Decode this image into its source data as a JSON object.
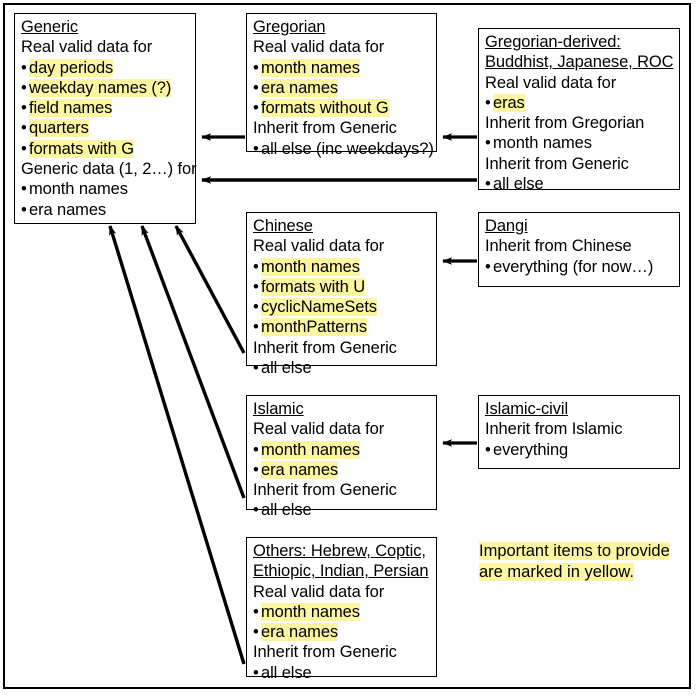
{
  "diagram": {
    "title_note": {
      "lines": [
        "Important items to provide",
        "are marked in yellow."
      ]
    },
    "highlight_color": "#FCF6A0",
    "stroke_color": "#000000",
    "background_color": "#ffffff",
    "nodes": [
      {
        "id": "generic",
        "name": "Generic",
        "lines": [
          {
            "text": "Generic",
            "style": "title",
            "highlight": false
          },
          {
            "text": "Real valid data for",
            "style": "plain",
            "highlight": false
          },
          {
            "text": "day periods",
            "style": "bullet",
            "highlight": true
          },
          {
            "text": "weekday names (?)",
            "style": "bullet",
            "highlight": true
          },
          {
            "text": "field names",
            "style": "bullet",
            "highlight": true
          },
          {
            "text": "quarters",
            "style": "bullet",
            "highlight": true
          },
          {
            "text": "formats with G",
            "style": "bullet",
            "highlight": true
          },
          {
            "text": "Generic data (1, 2…) for",
            "style": "plain",
            "highlight": false
          },
          {
            "text": "month names",
            "style": "bullet",
            "highlight": false
          },
          {
            "text": "era names",
            "style": "bullet",
            "highlight": false
          }
        ]
      },
      {
        "id": "gregorian",
        "name": "Gregorian",
        "lines": [
          {
            "text": "Gregorian",
            "style": "title",
            "highlight": false
          },
          {
            "text": "Real valid data for",
            "style": "plain",
            "highlight": false
          },
          {
            "text": "month names",
            "style": "bullet",
            "highlight": true
          },
          {
            "text": "era names",
            "style": "bullet",
            "highlight": true
          },
          {
            "text": "formats without G",
            "style": "bullet",
            "highlight": true
          },
          {
            "text": "Inherit from Generic",
            "style": "plain",
            "highlight": false
          },
          {
            "text": "all else (inc weekdays?)",
            "style": "bullet",
            "highlight": false
          }
        ]
      },
      {
        "id": "gregorian-derived",
        "name": "Gregorian-derived: Buddhist, Japanese, ROC",
        "lines": [
          {
            "text": "Gregorian-derived:",
            "style": "title",
            "highlight": false
          },
          {
            "text": "Buddhist, Japanese, ROC",
            "style": "title",
            "highlight": false
          },
          {
            "text": "Real valid data for",
            "style": "plain",
            "highlight": false
          },
          {
            "text": "eras",
            "style": "bullet",
            "highlight": true
          },
          {
            "text": "Inherit from Gregorian",
            "style": "plain",
            "highlight": false
          },
          {
            "text": "month names",
            "style": "bullet",
            "highlight": false
          },
          {
            "text": "Inherit from Generic",
            "style": "plain",
            "highlight": false
          },
          {
            "text": "all else",
            "style": "bullet",
            "highlight": false
          }
        ]
      },
      {
        "id": "chinese",
        "name": "Chinese",
        "lines": [
          {
            "text": "Chinese",
            "style": "title",
            "highlight": false
          },
          {
            "text": "Real valid data for",
            "style": "plain",
            "highlight": false
          },
          {
            "text": "month names",
            "style": "bullet",
            "highlight": true
          },
          {
            "text": "formats with U",
            "style": "bullet",
            "highlight": true
          },
          {
            "text": "cyclicNameSets",
            "style": "bullet",
            "highlight": true
          },
          {
            "text": "monthPatterns",
            "style": "bullet",
            "highlight": true
          },
          {
            "text": "Inherit from Generic",
            "style": "plain",
            "highlight": false
          },
          {
            "text": "all else",
            "style": "bullet",
            "highlight": false
          }
        ]
      },
      {
        "id": "dangi",
        "name": "Dangi",
        "lines": [
          {
            "text": "Dangi",
            "style": "title",
            "highlight": false
          },
          {
            "text": "Inherit from Chinese",
            "style": "plain",
            "highlight": false
          },
          {
            "text": "everything (for now…)",
            "style": "bullet",
            "highlight": false
          }
        ]
      },
      {
        "id": "islamic",
        "name": "Islamic",
        "lines": [
          {
            "text": "Islamic",
            "style": "title",
            "highlight": false
          },
          {
            "text": "Real valid data for",
            "style": "plain",
            "highlight": false
          },
          {
            "text": "month names",
            "style": "bullet",
            "highlight": true
          },
          {
            "text": "era names",
            "style": "bullet",
            "highlight": true
          },
          {
            "text": "Inherit from Generic",
            "style": "plain",
            "highlight": false
          },
          {
            "text": "all else",
            "style": "bullet",
            "highlight": false
          }
        ]
      },
      {
        "id": "islamic-civil",
        "name": "Islamic-civil",
        "lines": [
          {
            "text": "Islamic-civil",
            "style": "title",
            "highlight": false
          },
          {
            "text": "Inherit from Islamic",
            "style": "plain",
            "highlight": false
          },
          {
            "text": "everything",
            "style": "bullet",
            "highlight": false
          }
        ]
      },
      {
        "id": "others",
        "name": "Others: Hebrew, Coptic, Ethiopic, Indian, Persian",
        "lines": [
          {
            "text": "Others: Hebrew, Coptic,",
            "style": "title",
            "highlight": false
          },
          {
            "text": "Ethiopic, Indian, Persian",
            "style": "title",
            "highlight": false
          },
          {
            "text": "Real valid data for",
            "style": "plain",
            "highlight": false
          },
          {
            "text": "month names",
            "style": "bullet",
            "highlight": true
          },
          {
            "text": "era names",
            "style": "bullet",
            "highlight": true
          },
          {
            "text": "Inherit from Generic",
            "style": "plain",
            "highlight": false
          },
          {
            "text": "all else",
            "style": "bullet",
            "highlight": false
          }
        ]
      }
    ],
    "edges": [
      {
        "from": "gregorian",
        "to": "generic",
        "kind": "inherits"
      },
      {
        "from": "gregorian-derived",
        "to": "gregorian",
        "kind": "inherits"
      },
      {
        "from": "gregorian-derived",
        "to": "generic",
        "kind": "inherits"
      },
      {
        "from": "chinese",
        "to": "generic",
        "kind": "inherits"
      },
      {
        "from": "dangi",
        "to": "chinese",
        "kind": "inherits"
      },
      {
        "from": "islamic",
        "to": "generic",
        "kind": "inherits"
      },
      {
        "from": "islamic-civil",
        "to": "islamic",
        "kind": "inherits"
      },
      {
        "from": "others",
        "to": "generic",
        "kind": "inherits"
      }
    ]
  }
}
